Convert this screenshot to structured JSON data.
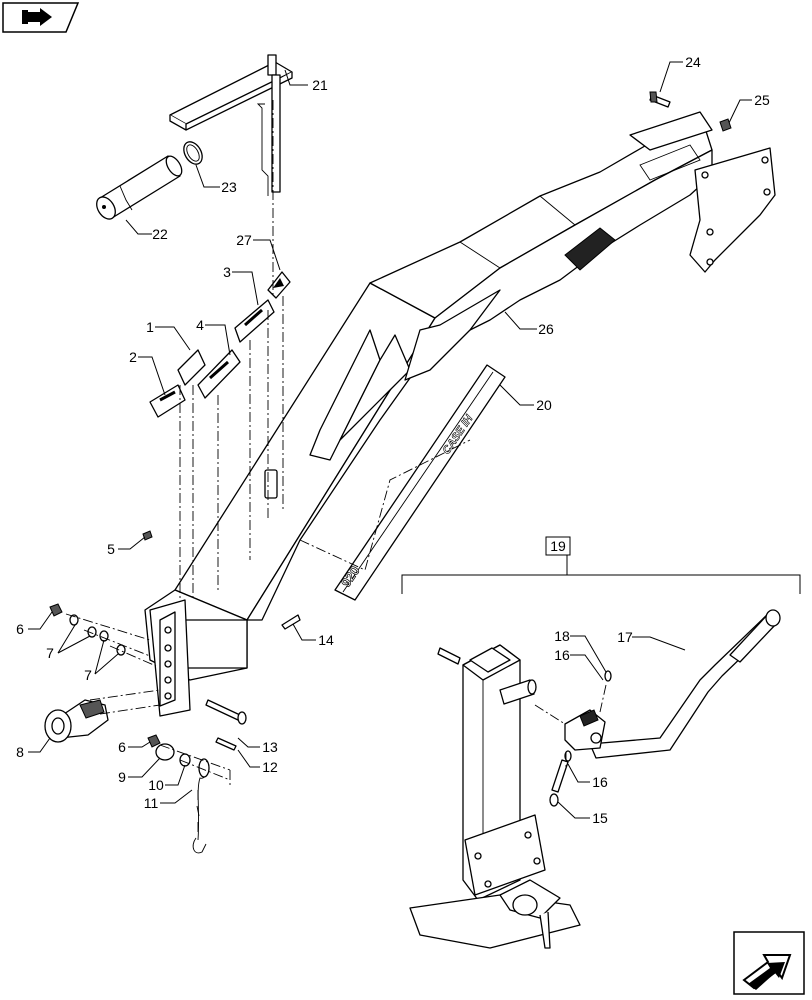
{
  "callouts": [
    {
      "id": "c1",
      "label": "1"
    },
    {
      "id": "c2",
      "label": "2"
    },
    {
      "id": "c3",
      "label": "3"
    },
    {
      "id": "c4",
      "label": "4"
    },
    {
      "id": "c5",
      "label": "5"
    },
    {
      "id": "c6a",
      "label": "6"
    },
    {
      "id": "c6b",
      "label": "6"
    },
    {
      "id": "c7a",
      "label": "7"
    },
    {
      "id": "c7b",
      "label": "7"
    },
    {
      "id": "c8",
      "label": "8"
    },
    {
      "id": "c9",
      "label": "9"
    },
    {
      "id": "c10",
      "label": "10"
    },
    {
      "id": "c11",
      "label": "11"
    },
    {
      "id": "c12",
      "label": "12"
    },
    {
      "id": "c13",
      "label": "13"
    },
    {
      "id": "c14",
      "label": "14"
    },
    {
      "id": "c15",
      "label": "15"
    },
    {
      "id": "c16a",
      "label": "16"
    },
    {
      "id": "c16b",
      "label": "16"
    },
    {
      "id": "c17",
      "label": "17"
    },
    {
      "id": "c18",
      "label": "18"
    },
    {
      "id": "c19",
      "label": "19"
    },
    {
      "id": "c20",
      "label": "20"
    },
    {
      "id": "c21",
      "label": "21"
    },
    {
      "id": "c22",
      "label": "22"
    },
    {
      "id": "c23",
      "label": "23"
    },
    {
      "id": "c24",
      "label": "24"
    },
    {
      "id": "c25",
      "label": "25"
    },
    {
      "id": "c26",
      "label": "26"
    },
    {
      "id": "c27",
      "label": "27"
    }
  ],
  "decal_text": "CASE IH",
  "decal_model": "920",
  "icons": {
    "top_left": "book-arrow-icon",
    "bottom_right": "next-page-arrow-icon"
  }
}
